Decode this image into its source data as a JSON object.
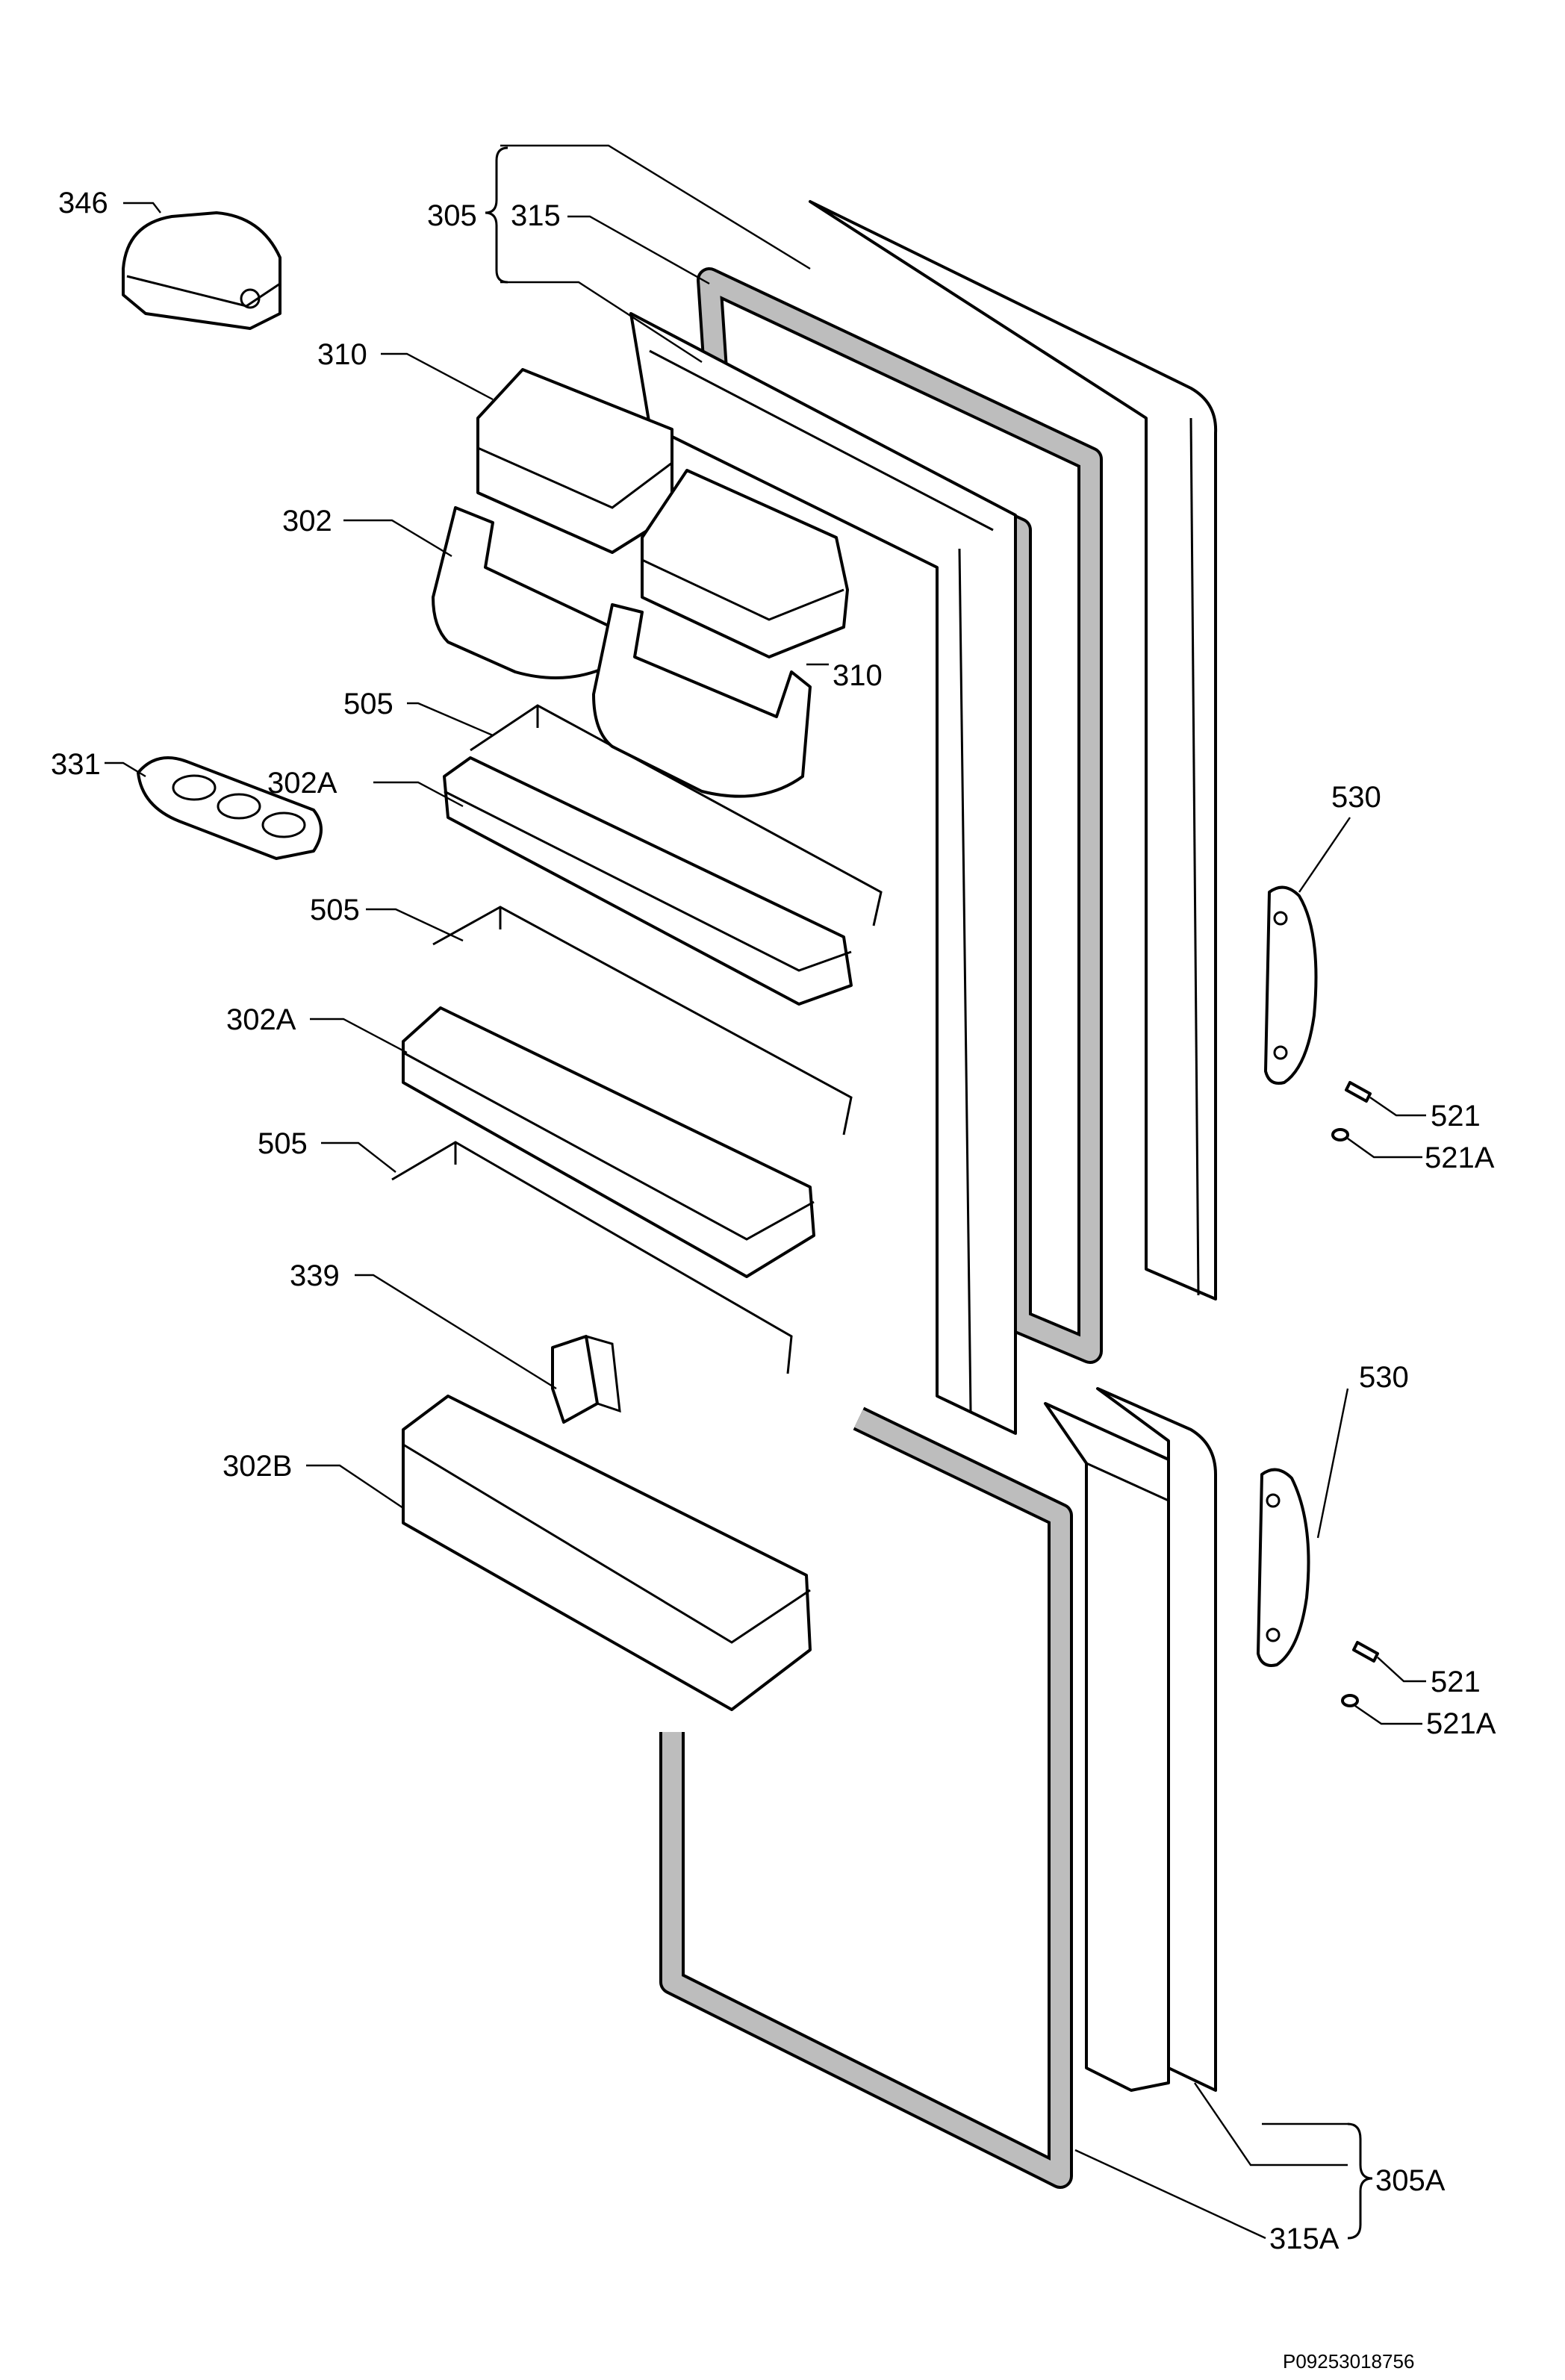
{
  "labels": {
    "l346": "346",
    "l305": "305",
    "l315": "315",
    "l310a": "310",
    "l310b": "310",
    "l302": "302",
    "l505a": "505",
    "l331": "331",
    "l302Aa": "302A",
    "l530a": "530",
    "l505b": "505",
    "l302Ab": "302A",
    "l521a": "521",
    "l521Aa": "521A",
    "l505c": "505",
    "l339": "339",
    "l530b": "530",
    "l302B": "302B",
    "l521b": "521",
    "l521Ab": "521A",
    "l305A": "305A",
    "l315A": "315A"
  },
  "drawing_code": "P09253018756"
}
